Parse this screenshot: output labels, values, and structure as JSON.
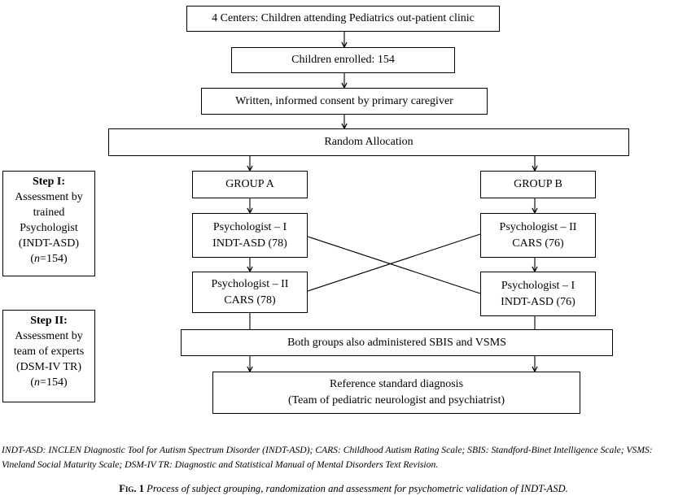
{
  "flow": {
    "centers": "4 Centers: Children attending Pediatrics out-patient clinic",
    "enrolled": "Children enrolled: 154",
    "consent": "Written, informed consent by primary caregiver",
    "random": "Random Allocation",
    "group_a": "GROUP A",
    "group_b": "GROUP B",
    "a1_line1": "Psychologist – I",
    "a1_line2": "INDT-ASD (78)",
    "a2_line1": "Psychologist – II",
    "a2_line2": "CARS (78)",
    "b1_line1": "Psychologist – II",
    "b1_line2": "CARS (76)",
    "b2_line1": "Psychologist – I",
    "b2_line2": "INDT-ASD (76)",
    "both": "Both groups also administered SBIS and VSMS",
    "ref_line1": "Reference standard diagnosis",
    "ref_line2": "(Team of pediatric neurologist and psychiatrist)"
  },
  "steps": {
    "step1": {
      "title": "Step I:",
      "lines": [
        "Assessment by",
        "trained",
        "Psychologist",
        "(INDT-ASD)"
      ],
      "n_var": "n",
      "n_rest": "=154)"
    },
    "step2": {
      "title": "Step II:",
      "lines": [
        "Assessment by",
        "team of experts",
        "(DSM-IV TR)"
      ],
      "n_var": "n",
      "n_rest": "=154)"
    }
  },
  "footnote": "INDT-ASD: INCLEN Diagnostic Tool for Autism Spectrum Disorder (INDT-ASD); CARS: Childhood Autism Rating Scale; SBIS: Standford-Binet Intelligence Scale; VSMS: Vineland Social Maturity Scale;  DSM-IV TR:  Diagnostic and Statistical Manual of Mental Disorders Text Revision.",
  "caption": {
    "label": "Fig. 1",
    "text": "Process of subject grouping, randomization and assessment for psychometric validation of INDT-ASD."
  }
}
